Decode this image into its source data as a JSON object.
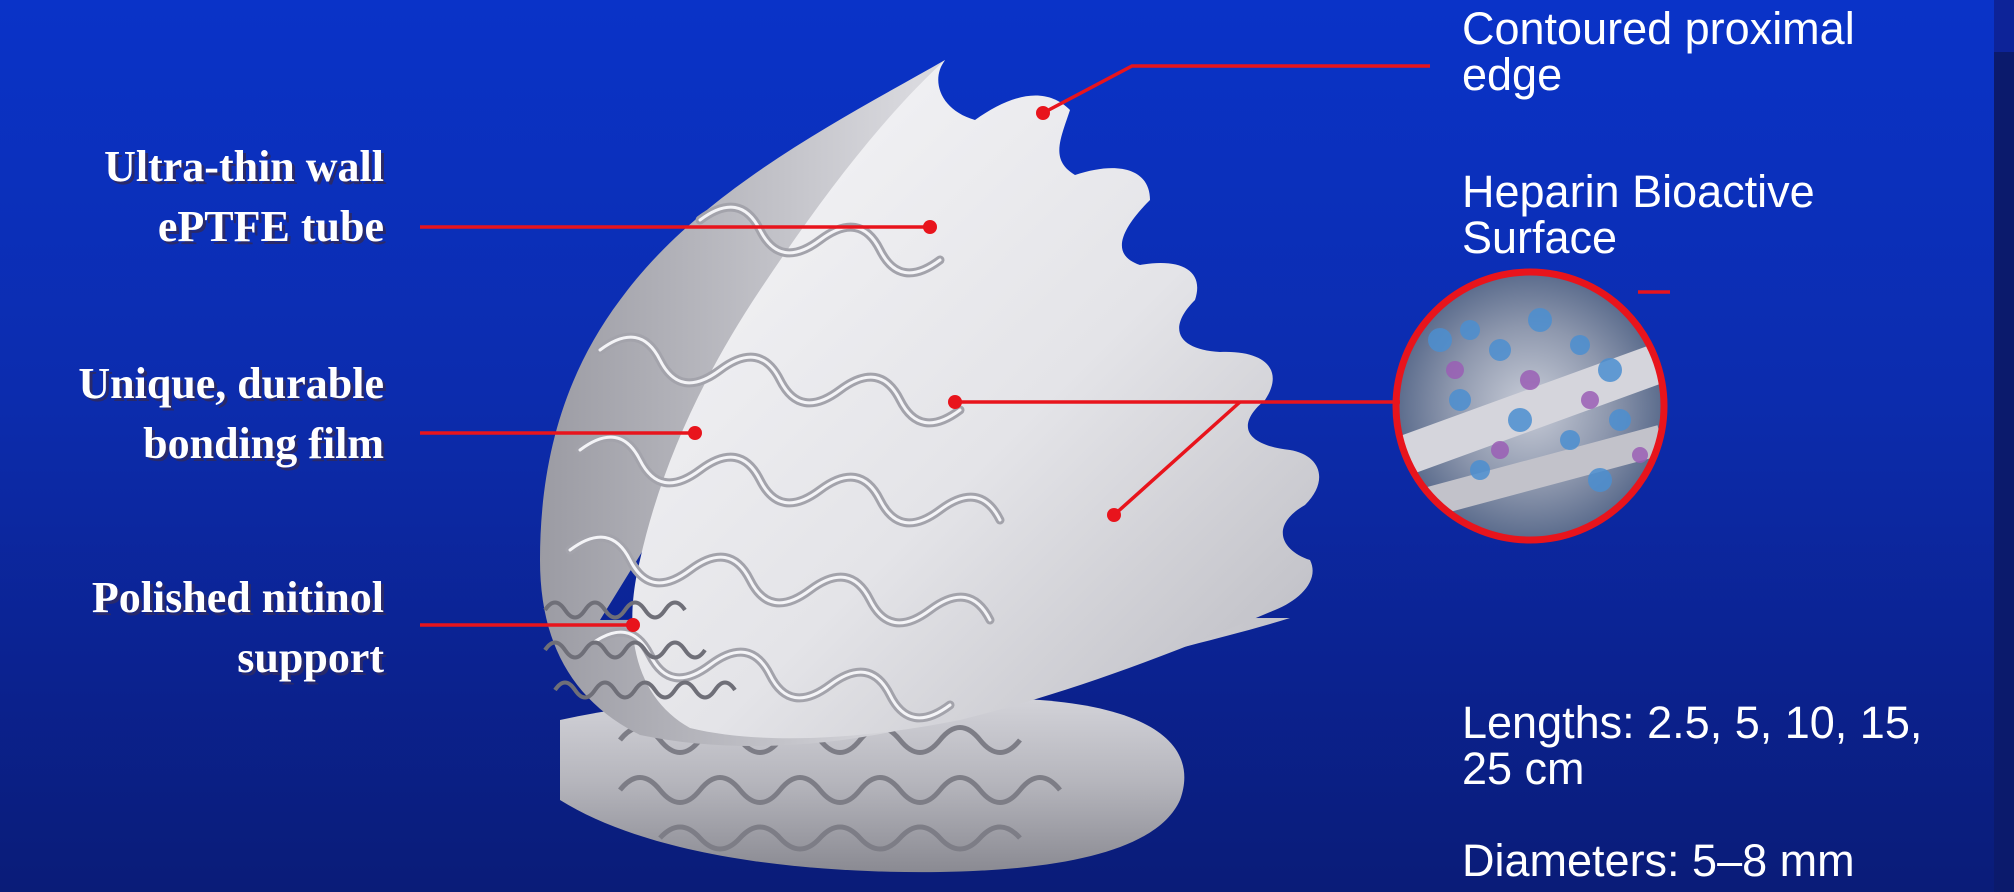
{
  "callouts_left": [
    {
      "line1": "Ultra-thin wall",
      "line2": "ePTFE tube"
    },
    {
      "line1": "Unique, durable",
      "line2": "bonding film"
    },
    {
      "line1": "Polished nitinol",
      "line2": "support"
    }
  ],
  "callouts_right": {
    "contoured": {
      "line1": "Contoured proximal",
      "line2": "edge"
    },
    "heparin": {
      "line1": "Heparin Bioactive",
      "line2": "Surface"
    },
    "lengths": {
      "line1": "Lengths: 2.5, 5, 10, 15,",
      "line2": "25 cm"
    },
    "diameters": "Diameters: 5–8 mm"
  },
  "colors": {
    "background": "#0b2aa8",
    "leader_line": "#e8141c",
    "text": "#ffffff",
    "device": "#e6e6ea"
  }
}
